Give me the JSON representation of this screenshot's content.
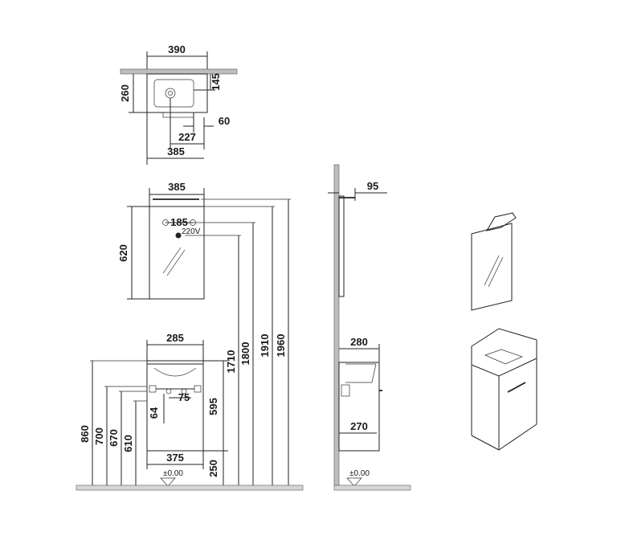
{
  "top_view": {
    "width_label": "390",
    "depth_label": "260",
    "edge_label": "145",
    "offset_label": "60",
    "tap_label": "227",
    "base_label": "385"
  },
  "front_view": {
    "mirror_width_label": "385",
    "mirror_height_label": "620",
    "socket_spacing_label": "185",
    "voltage_label": "220V",
    "basin_label": "285",
    "drain_label": "75",
    "drain_height_label": "64",
    "cabinet_height_label": "595",
    "cabinet_width_label": "375",
    "floor_gap_label": "250",
    "level_label": "±0.00",
    "left_heights": [
      "860",
      "700",
      "670",
      "610"
    ],
    "right_heights": [
      "1710",
      "1800",
      "1910",
      "1960"
    ]
  },
  "side_view": {
    "lamp_projection_label": "95",
    "top_depth_label": "280",
    "cabinet_depth_label": "270",
    "level_label": "±0.00"
  }
}
